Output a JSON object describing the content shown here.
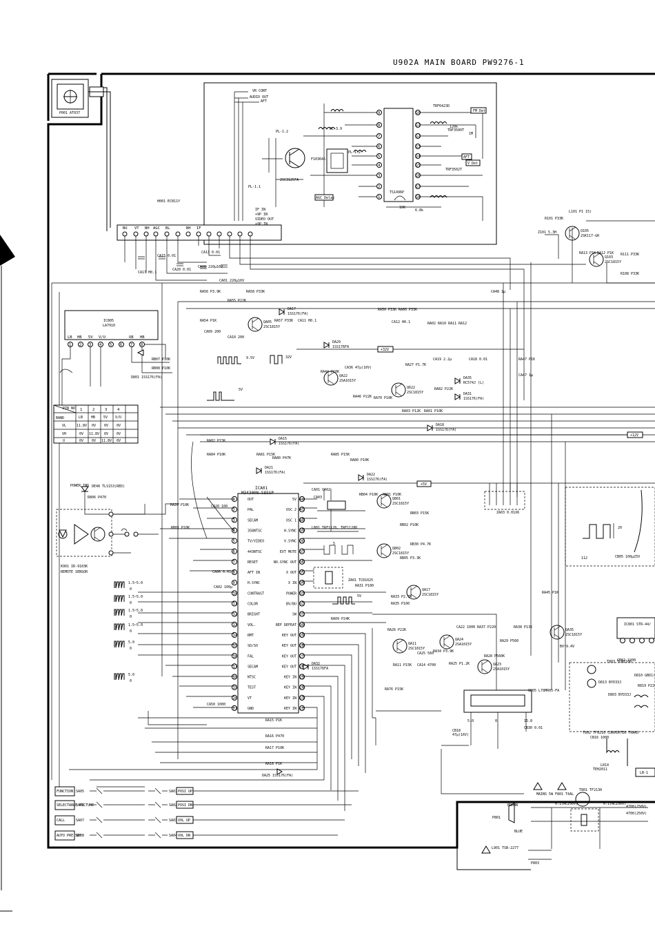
{
  "title": "U902A MAIN BOARD PW9276-1",
  "tuner": {
    "socket": "P001  AT037",
    "module": "H001 ECB11Y",
    "connector_pins": [
      "BU",
      "VT",
      "BH",
      "AGC",
      "BL",
      "BH",
      "IF"
    ],
    "top_signals": [
      "VR CONT",
      "AUDIO OUT",
      "AFT"
    ],
    "if_lines": [
      "IF IN",
      "+9P IN",
      "VIDEO OUT",
      "+9P IN"
    ],
    "transistor": "2SC3125FA",
    "filter": "F103645",
    "ic": "TS1496P",
    "agc_delay": "AGC Delay",
    "fm_det": "FM Det",
    "aft_box": "AFT",
    "v_det": "V Det",
    "parts": [
      "TRF6423D",
      "TRF3500T",
      "TRF3502T",
      "PL-1.2",
      "PL-3.9",
      "PL-1.2",
      "PL-1.1",
      "120k",
      "6.8k",
      "1M"
    ]
  },
  "band_ic": {
    "name": "IC805",
    "part": "LA7910",
    "pins": [
      "LB",
      "HB",
      "5V",
      "V/U",
      "UB",
      "HB"
    ],
    "pin_nums": [
      "1",
      "2",
      "3",
      "4",
      "5",
      "6",
      "7",
      "8"
    ],
    "diodes": [
      "D801 1SS176(FA)",
      "RB07 P10K",
      "RB08 P10K"
    ]
  },
  "pin_table": {
    "header": [
      "PIN NO",
      "1",
      "2",
      "3",
      "4"
    ],
    "subheader": [
      "BAND",
      "LB",
      "HB",
      "5V",
      "V/U"
    ],
    "rows": [
      [
        "VL",
        "11.8V",
        "0V",
        "0V",
        "0V"
      ],
      [
        "VH",
        "0V",
        "11.8V",
        "0V",
        "0V"
      ],
      [
        "U",
        "0V",
        "0V",
        "11.8V",
        "0V"
      ]
    ]
  },
  "remote": {
    "power_led": "POWER IND",
    "led_part": "DE48 TLS153(RED)",
    "resistor": "R806 P470",
    "sensor_part": "K901  IR-9103K",
    "sensor_label": "REMOTE SENSOR"
  },
  "mcu": {
    "name": "ICA01",
    "part": "M34300N-585SP",
    "left_pins": [
      "OUT",
      "PAL",
      "SECAM",
      "358NTSC",
      "TV/VIDEO",
      "443NTSC",
      "RESET",
      "AFT IN",
      "H.SYNC",
      "CONTRAST",
      "COLOR",
      "BRIGHT",
      "VOL.",
      "RMT",
      "SD/SO",
      "FAL",
      "SECAM",
      "NTSC",
      "TEST",
      "VT",
      "GND"
    ],
    "right_pins": [
      "5V",
      "OSC 2",
      "OSC 1",
      "H.SYNC",
      "V.SYNC",
      "EXT MUTE",
      "NO.SYNC OUT",
      "X OUT",
      "X IN",
      "POWER",
      "BV/BU",
      "SW",
      "REF DEFEAT",
      "KEY OUT",
      "KEY OUT",
      "KEY OUT",
      "KEY OUT",
      "KEY IN",
      "KEY IN",
      "KEY IN",
      "KEY IN"
    ],
    "left_nums": [
      "1",
      "2",
      "3",
      "4",
      "5",
      "6",
      "7",
      "8",
      "9",
      "10",
      "11",
      "12",
      "13",
      "14",
      "15",
      "16",
      "17",
      "18",
      "19",
      "20",
      "21"
    ],
    "right_nums": [
      "42",
      "41",
      "40",
      "39",
      "38",
      "37",
      "36",
      "35",
      "34",
      "33",
      "32",
      "31",
      "30",
      "29",
      "28",
      "27",
      "26",
      "25",
      "24",
      "23",
      "22"
    ]
  },
  "keys": {
    "buttons": [
      {
        "name": "FUNCTION",
        "ref": "SA05"
      },
      {
        "name": "SELECTABLE PICTURE",
        "ref": "SA06"
      },
      {
        "name": "CALL",
        "ref": "SA07"
      },
      {
        "name": "AUTO PRE SET",
        "ref": "SA08"
      }
    ],
    "switches": [
      {
        "ref": "SA01",
        "label": "POSI UP"
      },
      {
        "ref": "SA02",
        "label": "POSI DN"
      },
      {
        "ref": "SA03",
        "label": "VOL UP"
      },
      {
        "ref": "SA04",
        "label": "VOL DN"
      }
    ],
    "diode": "DA25 1SS176(FA)"
  },
  "waveforms": [
    {
      "id": "wv1",
      "label": "1.5~5.0",
      "zero": "0"
    },
    {
      "id": "wv2",
      "label": "1.5~5.0",
      "zero": "0"
    },
    {
      "id": "wv3",
      "label": "1.5~5.0",
      "zero": "0"
    },
    {
      "id": "wv4",
      "label": "1.5~5.0",
      "zero": "0"
    },
    {
      "id": "wv5",
      "label": "5.0",
      "zero": "0"
    },
    {
      "id": "wv6",
      "label": "5.0",
      "zero": "0"
    }
  ],
  "power": {
    "regulator": "Q805 L78MR05-FA",
    "pins": [
      "5.0",
      "0",
      "15.8"
    ],
    "fuse": "F801 T4AL",
    "mains": "MAINS 5W",
    "transformer": "T801 TF2130",
    "varistor": "L901 TSB-2277",
    "converter": "T802 TF8210 CONVERTER TRANS",
    "ic": "IC801 STR-44/",
    "tln": "T803 TLN2106",
    "blue": "BLUE",
    "brown": "BROWN",
    "lb": "LB-1",
    "p803": "P803",
    "p801": "P801",
    "cap_values": [
      "0.1(AC250V)",
      "0.1(AC250V)",
      "4700(250V)",
      "4700(250V)"
    ]
  },
  "rails": {
    "r32": "+32V",
    "r12": "+12V",
    "r5": "+5V"
  },
  "transistors": [
    {
      "ref": "QA05",
      "part": "2SC1815Y"
    },
    {
      "ref": "QA22",
      "part": "2SA1015Y"
    },
    {
      "ref": "Q622",
      "part": "2SC1815Y"
    },
    {
      "ref": "Q801",
      "part": "2SC1815Y"
    },
    {
      "ref": "Q802",
      "part": "2SC1815Y"
    },
    {
      "ref": "QA17",
      "part": "2SC1815Y"
    },
    {
      "ref": "QA11",
      "part": "2SC1815Y"
    },
    {
      "ref": "QA24",
      "part": "2SA1015Y"
    },
    {
      "ref": "QA23",
      "part": "2SA1015Y"
    },
    {
      "ref": "QA35",
      "part": "2SC1815Y"
    },
    {
      "ref": "Q105",
      "part": "2SK117-GR"
    },
    {
      "ref": "Q103",
      "part": "2SC1815Y"
    }
  ],
  "diodes": [
    {
      "ref": "DA17",
      "part": "1SS176(FA)"
    },
    {
      "ref": "DA29",
      "part": "1SS176FA"
    },
    {
      "ref": "DA35",
      "part": "RC574J (L)"
    },
    {
      "ref": "DA31",
      "part": "1SS176(FA)"
    },
    {
      "ref": "DA18",
      "part": "1SS176(FA)"
    },
    {
      "ref": "DA15",
      "part": "1SS176(FA)"
    },
    {
      "ref": "DA21",
      "part": "1SS176(FA)"
    },
    {
      "ref": "DA22",
      "part": "1SS176(FA)"
    },
    {
      "ref": "DA32",
      "part": "1SS176FA"
    }
  ],
  "labels": {
    "v9_5": "9.5V",
    "v32": "32V",
    "v5": "5V",
    "v5b": "5V",
    "v112": "112",
    "v20": "20",
    "osc_crystal": "ZA01 TCR1025",
    "coil": "LB01 TRF1128, TRF1128D",
    "cap_bank": "ZA03 0.01X6",
    "q_label": "BV~9.4V"
  }
}
